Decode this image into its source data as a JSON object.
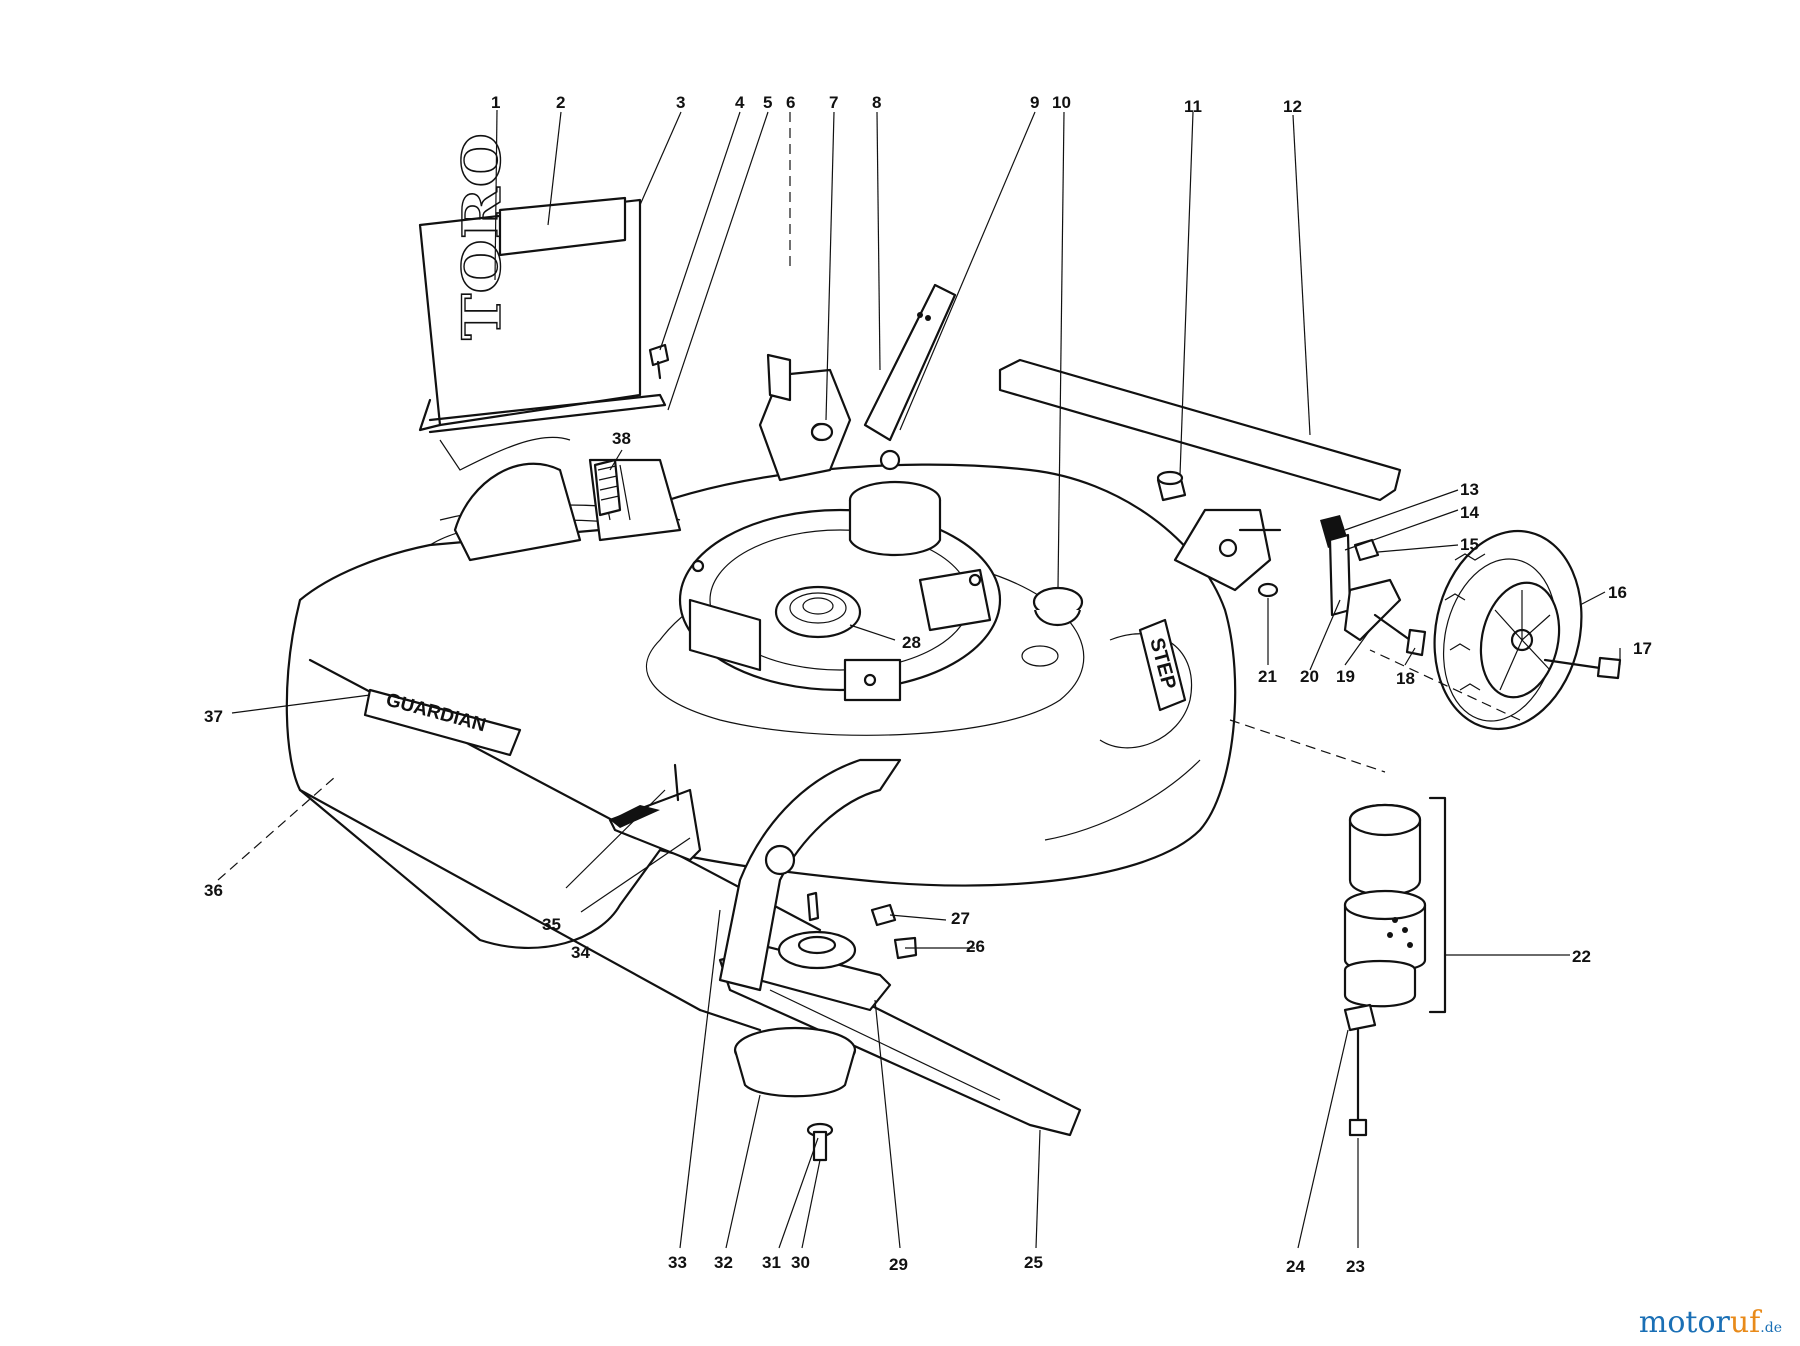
{
  "callouts": [
    "1",
    "2",
    "3",
    "4",
    "5",
    "6",
    "7",
    "8",
    "9",
    "10",
    "11",
    "12",
    "13",
    "14",
    "15",
    "16",
    "17",
    "18",
    "19",
    "20",
    "21",
    "22",
    "23",
    "24",
    "25",
    "26",
    "27",
    "28",
    "29",
    "30",
    "31",
    "32",
    "33",
    "34",
    "35",
    "36",
    "37",
    "38"
  ],
  "labels": {
    "brand": "TORO",
    "deck_decal": "GUARDIAN",
    "step_decal": "STEP"
  },
  "watermark": {
    "part1": "motor",
    "part2": "uf",
    "part3": ".de"
  },
  "colors": {
    "line": "#111111",
    "watermark_blue": "#1a6fb5",
    "watermark_orange": "#e88a1a"
  }
}
